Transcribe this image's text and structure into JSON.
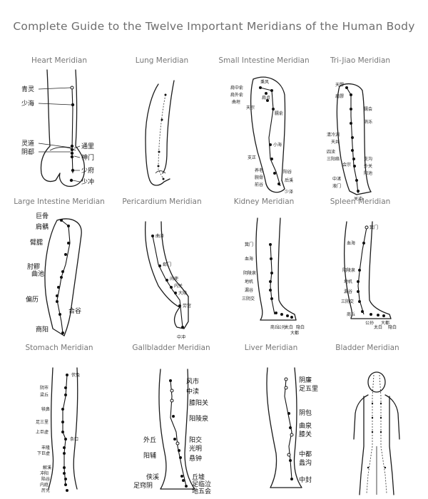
{
  "title": "Complete Guide to the Twelve Important Meridians of the Human Body",
  "panels": [
    {
      "title": "Heart Meridian",
      "points": [
        "青灵",
        "少海",
        "灵道",
        "阴郄",
        "通里",
        "神门",
        "少府",
        "少冲"
      ]
    },
    {
      "title": "Lung Meridian",
      "points": []
    },
    {
      "title": "Small Intestine Meridian",
      "points": [
        "肩中俞",
        "肩外俞",
        "曲垣",
        "天宗",
        "秉风",
        "肩贞",
        "臑俞",
        "小海",
        "支正",
        "养老",
        "腕骨",
        "阳谷",
        "前谷",
        "后溪",
        "少泽"
      ]
    },
    {
      "title": "Tri-Jiao Meridian",
      "points": [
        "天髎",
        "肩髎",
        "臑会",
        "消泺",
        "清冷渊",
        "天井",
        "四渎",
        "三阳络",
        "会宗",
        "支沟",
        "外关",
        "阳池",
        "中渚",
        "液门",
        "关冲"
      ]
    },
    {
      "title": "Large Intestine Meridian",
      "points": [
        "巨骨",
        "肩髃",
        "臂臑",
        "肘髎",
        "曲池",
        "偏历",
        "合谷",
        "商阳"
      ]
    },
    {
      "title": "Pericardium Meridian",
      "points": [
        "曲泽",
        "郄门",
        "间使",
        "内关",
        "大陵",
        "劳宫",
        "中冲"
      ]
    },
    {
      "title": "Kidney Meridian",
      "points": [
        "箕门",
        "血海",
        "阴陵泉",
        "地机",
        "漏谷",
        "三阴交",
        "商丘",
        "公孙",
        "太白",
        "大都",
        "隐白"
      ]
    },
    {
      "title": "Spleen Meridian",
      "points": [
        "箕门",
        "血海",
        "阴陵泉",
        "地机",
        "漏谷",
        "三阴交",
        "商丘",
        "公孙",
        "太白",
        "大都",
        "隐白"
      ]
    },
    {
      "title": "Stomach Meridian",
      "points": [
        "伏兔",
        "阴市",
        "梁丘",
        "犊鼻",
        "足三里",
        "上巨虚",
        "条口",
        "丰隆",
        "下巨虚",
        "解溪",
        "冲阳",
        "陷谷",
        "内庭",
        "厉兑"
      ]
    },
    {
      "title": "Gallbladder Meridian",
      "points": [
        "风市",
        "中渎",
        "膝阳关",
        "阳陵泉",
        "外丘",
        "阳交",
        "光明",
        "阳辅",
        "悬钟",
        "侠溪",
        "丘墟",
        "足临泣",
        "足窍阴",
        "地五会"
      ]
    },
    {
      "title": "Liver Meridian",
      "points": [
        "阴廉",
        "足五里",
        "阴包",
        "曲泉",
        "膝关",
        "中都",
        "蠡沟",
        "中封"
      ]
    },
    {
      "title": "Bladder Meridian",
      "points": []
    }
  ]
}
